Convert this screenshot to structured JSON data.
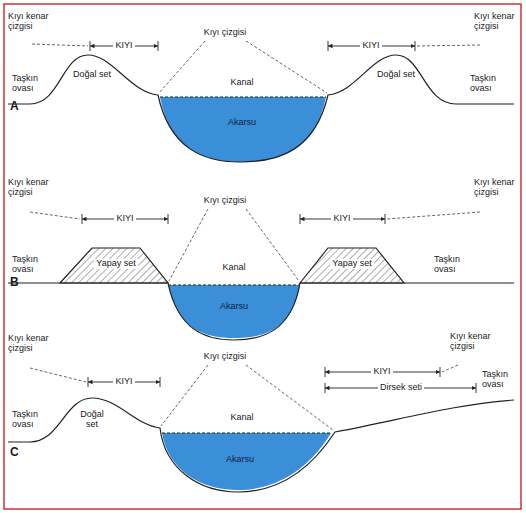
{
  "diagram": {
    "labels": [
      "Kıyı kenar çizgisi",
      "KIYI",
      "Kıyı çizgisi",
      "KIYI",
      "Kıyı kenar çizgisi",
      "Taşkın ovası",
      "Doğal set",
      "Kanal",
      "Doğal set",
      "Taşkın ovası",
      "A",
      "Akarsu",
      "Kıyı kenar çizgisi",
      "KIYI",
      "Kıyı çizgisi",
      "KIYI",
      "Kıyı kenar çizgisi",
      "Taşkın ovası",
      "Yapay set",
      "Kanal",
      "Yapay set",
      "Taşkın ovası",
      "B",
      "Akarsu",
      "Kıyı kenar çizgisi",
      "KIYI",
      "Kıyı çizgisi",
      "KIYI",
      "Kıyı kenar çizgisi",
      "Dirsek seti",
      "Taşkın ovası",
      "Doğal set",
      "Kanal",
      "Taşkın ovası",
      "C",
      "Akarsu"
    ]
  }
}
